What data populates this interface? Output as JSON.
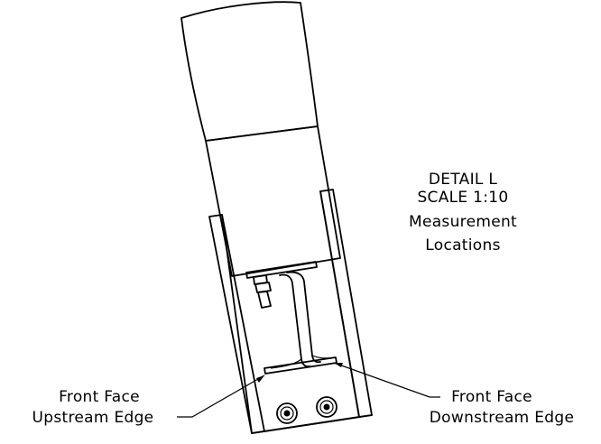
{
  "detail": {
    "title": "DETAIL L",
    "scale": "SCALE 1:10",
    "caption_line1": "Measurement",
    "caption_line2": "Locations"
  },
  "callouts": {
    "left": {
      "line1": "Front Face",
      "line2": "Upstream Edge"
    },
    "right": {
      "line1": "Front Face",
      "line2": "Downstream Edge"
    }
  }
}
